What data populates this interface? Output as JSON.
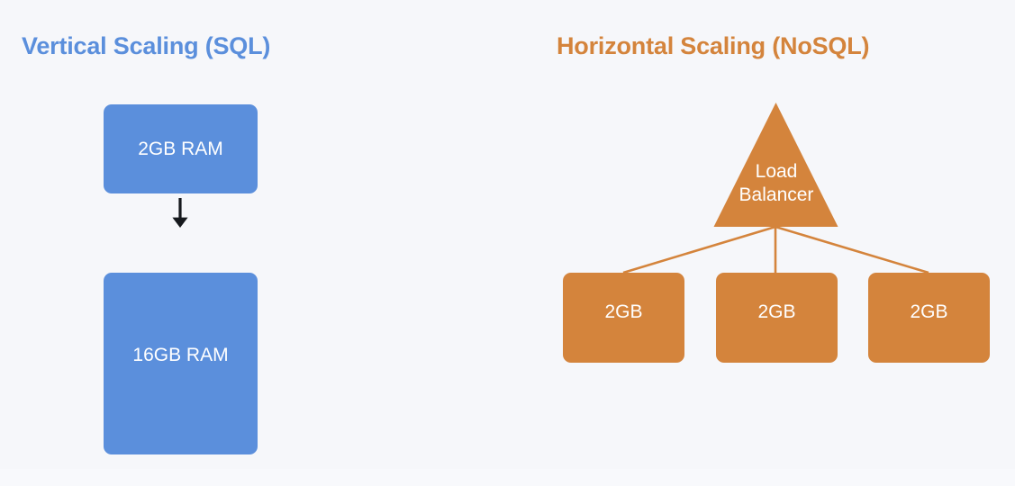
{
  "diagram": {
    "background_color": "#f6f7fa",
    "panels": [
      {
        "id": "vertical",
        "title": "Vertical Scaling (SQL)",
        "accent_color": "#5b8fdc"
      },
      {
        "id": "horizontal",
        "title": "Horizontal Scaling (NoSQL)",
        "accent_color": "#d4843c"
      }
    ],
    "vertical_scaling": {
      "before": {
        "label": "2GB RAM"
      },
      "after": {
        "label": "16GB RAM"
      },
      "transition_icon": "down-arrow-icon",
      "arrow_color": "#16191d"
    },
    "horizontal_scaling": {
      "load_balancer": {
        "label": "Load\nBalancer",
        "line1": "Load",
        "line2": "Balancer"
      },
      "nodes": [
        {
          "label": "2GB"
        },
        {
          "label": "2GB"
        },
        {
          "label": "2GB"
        }
      ],
      "connector_color": "#d4843c"
    }
  }
}
